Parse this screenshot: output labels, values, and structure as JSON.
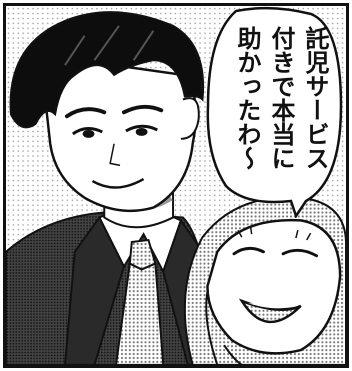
{
  "speech_bubble": {
    "lines": [
      "託児サービス",
      "付きで本当に",
      "助かったわ～"
    ]
  },
  "colors": {
    "ink": "#111111",
    "paper": "#ffffff",
    "screentone": "#bdbdbd",
    "hair": "#0d0d0d"
  }
}
